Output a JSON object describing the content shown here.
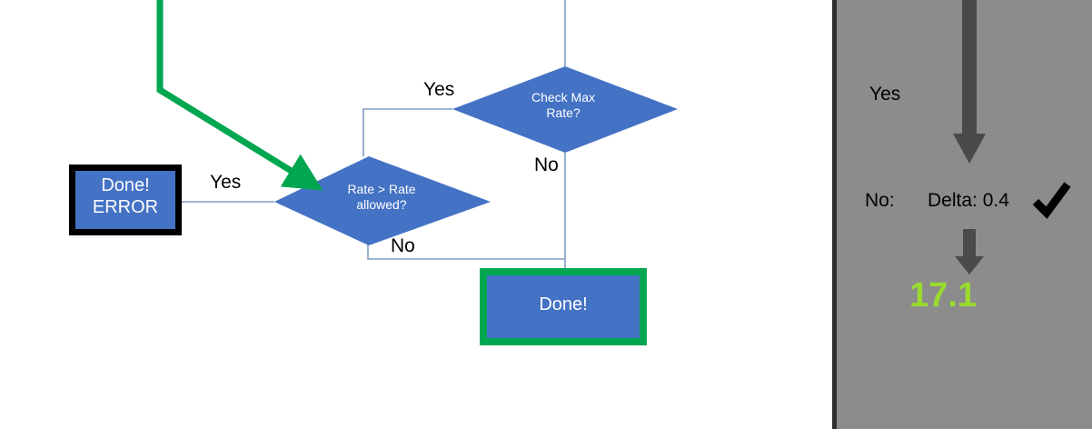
{
  "canvas": {
    "background": "#ffffff",
    "node_fill": "#4472C4",
    "connector_color": "#7F9DC4",
    "highlight_green": "#00A650",
    "error_border": "#000000"
  },
  "flowchart": {
    "nodes": [
      {
        "id": "error-box",
        "label": "Done!\nERROR",
        "shape": "rectangle",
        "fill": "#4472C4",
        "border": "#000000"
      },
      {
        "id": "rate-check",
        "label": "Rate > Rate\nallowed?",
        "shape": "diamond",
        "fill": "#4472C4"
      },
      {
        "id": "max-rate",
        "label": "Check Max\nRate?",
        "shape": "diamond",
        "fill": "#4472C4"
      },
      {
        "id": "done-box",
        "label": "Done!",
        "shape": "rectangle",
        "fill": "#4472C4",
        "border": "#00A650"
      }
    ],
    "edge_labels": {
      "yes_to_error": "Yes",
      "yes_to_rate_check": "Yes",
      "no_from_max_rate": "No",
      "no_from_rate_check": "No"
    }
  },
  "panel": {
    "background": "#8c8c8c",
    "border": "#2e2e2e",
    "yes_label": "Yes",
    "no_label": "No:",
    "delta_label": "Delta: 0.4",
    "check_mark": "✓",
    "result_value": "17.1",
    "result_color": "#9ADB2F",
    "arrow_color": "#4a4a4a"
  }
}
